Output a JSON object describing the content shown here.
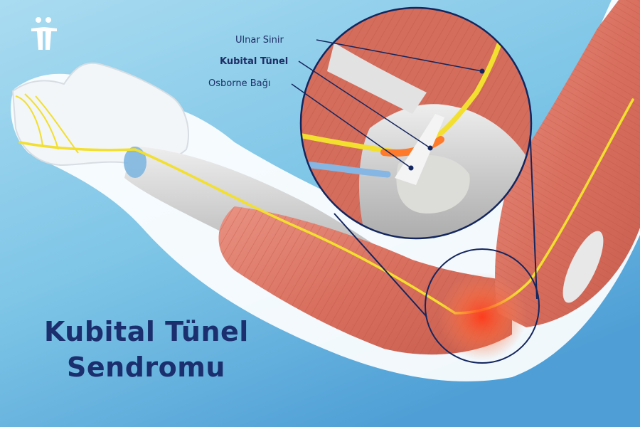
{
  "title": {
    "line1": "Kubital Tünel",
    "line2": "Sendromu"
  },
  "labels": {
    "ulnar_nerve": "Ulnar Sinir",
    "cubital_tunnel": "Kubital Tünel",
    "osborne_ligament": "Osborne Bağı"
  },
  "colors": {
    "background_top": "#9fd6ee",
    "background_bottom": "#5aa8d8",
    "title": "#1b2f6e",
    "muscle": "#e07a6a",
    "nerve": "#f2df2f",
    "highlight": "#ff4a2a"
  }
}
